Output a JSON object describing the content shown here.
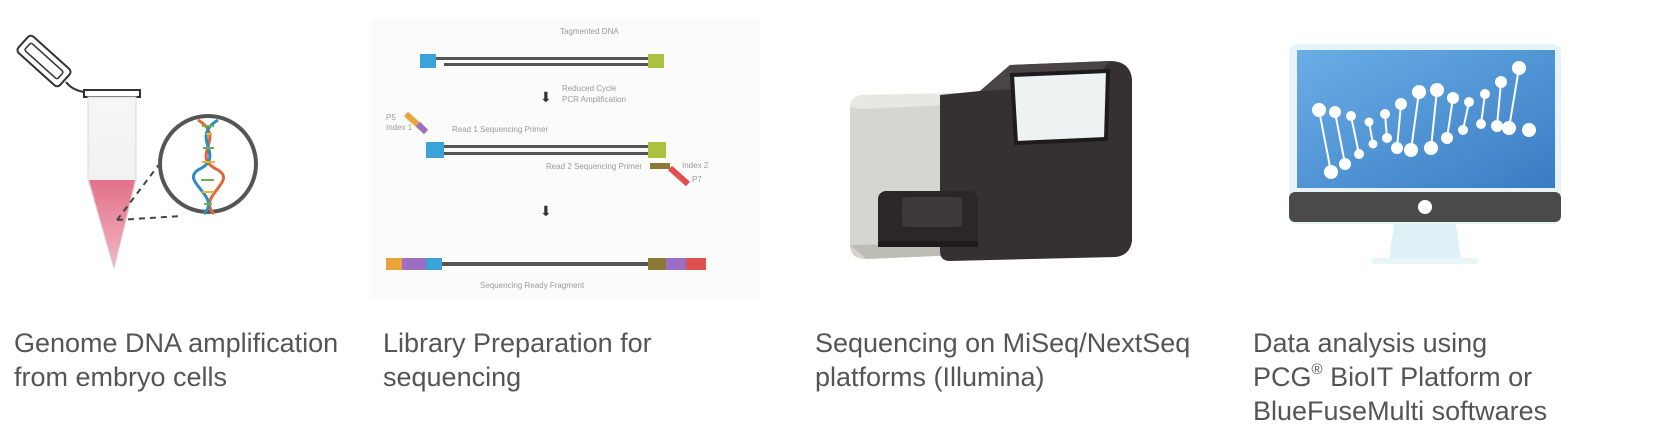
{
  "steps": [
    {
      "id": "amplification",
      "illustration": "tube-with-dna-icon",
      "caption_lines": [
        "Genome DNA amplification",
        "from embryo cells"
      ]
    },
    {
      "id": "library",
      "illustration": "library-prep-diagram",
      "diagram_labels": {
        "top": "Tagmented DNA",
        "pcr_line1": "Reduced Cycle",
        "pcr_line2": "PCR Amplification",
        "index1": "Index 1",
        "p5": "P5",
        "read1": "Read 1 Sequencing Primer",
        "read2": "Read 2 Sequencing Primer",
        "index2": "Index 2",
        "p7": "P7",
        "bottom": "Sequencing Ready Fragment"
      },
      "caption_lines": [
        "Library Preparation for",
        "sequencing"
      ]
    },
    {
      "id": "sequencing",
      "illustration": "sequencer-machine-icon",
      "caption_lines": [
        "Sequencing on MiSeq/NextSeq",
        "platforms (Illumina)"
      ]
    },
    {
      "id": "analysis",
      "illustration": "monitor-dna-icon",
      "caption_line1_a": "Data analysis using",
      "caption_line2_a": "PCG",
      "caption_line2_sup": "®",
      "caption_line2_b": " BioIT Platform or",
      "caption_line3": "BlueFuseMulti softwares"
    }
  ],
  "colors": {
    "caption_text": "#555555",
    "tube_pink": "#e36f89",
    "monitor_blue": "#4a90d2",
    "machine_dark": "#353032",
    "machine_light": "#d6d6d0"
  }
}
